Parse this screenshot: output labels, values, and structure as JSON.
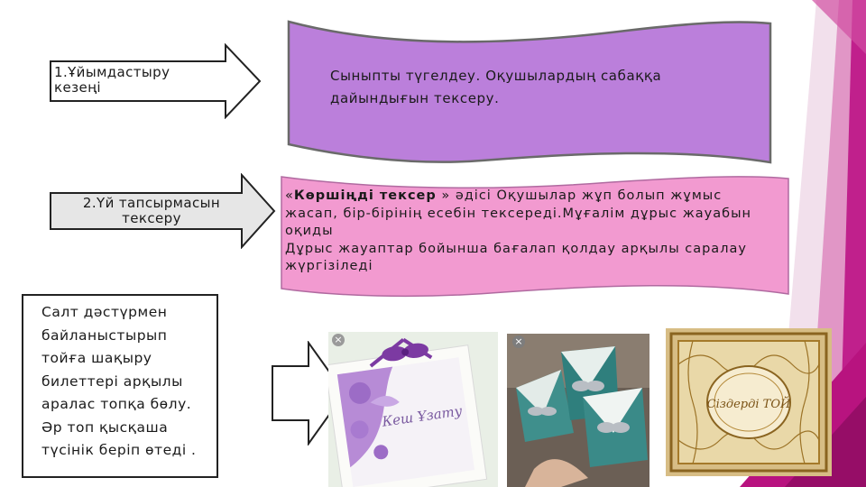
{
  "theme": {
    "accent_magenta": "#c0208c",
    "banner1_color": "#bb7fdb",
    "banner2_color": "#f29ad0"
  },
  "steps": [
    {
      "label": "1.Ұйымдастыру кезеңі"
    },
    {
      "label": "2.Үй тапсырмасын тексеру"
    }
  ],
  "banner1": {
    "text": "Сыныпты түгелдеу. Оқушылардың сабаққа дайындығын тексеру."
  },
  "banner2": {
    "quote_open": "«",
    "method_name": "Көршіңді тексер",
    "text_rest": " » әдісі Оқушылар жұп болып жұмыс жасап, бір-бірінің есебін тексереді.Мұғалім дұрыс жауабын оқиды",
    "text_line2": "Дұрыс жауаптар бойынша бағалап қолдау арқылы саралау жүргізіледі"
  },
  "step3": {
    "text": "Салт дәстүрмен байланыстырып тойға шақыру билеттері арқылы аралас топқа бөлу. Әр топ қысқаша түсінік беріп өтеді ."
  },
  "images": [
    {
      "icon": "invitation-card-lilac-image",
      "caption_script": "Кеш Ұзату"
    },
    {
      "icon": "invitation-cards-teal-image"
    },
    {
      "icon": "invitation-card-gold-image",
      "caption_script": "Сіздерді ТОЙ"
    }
  ],
  "close_glyph": "×"
}
